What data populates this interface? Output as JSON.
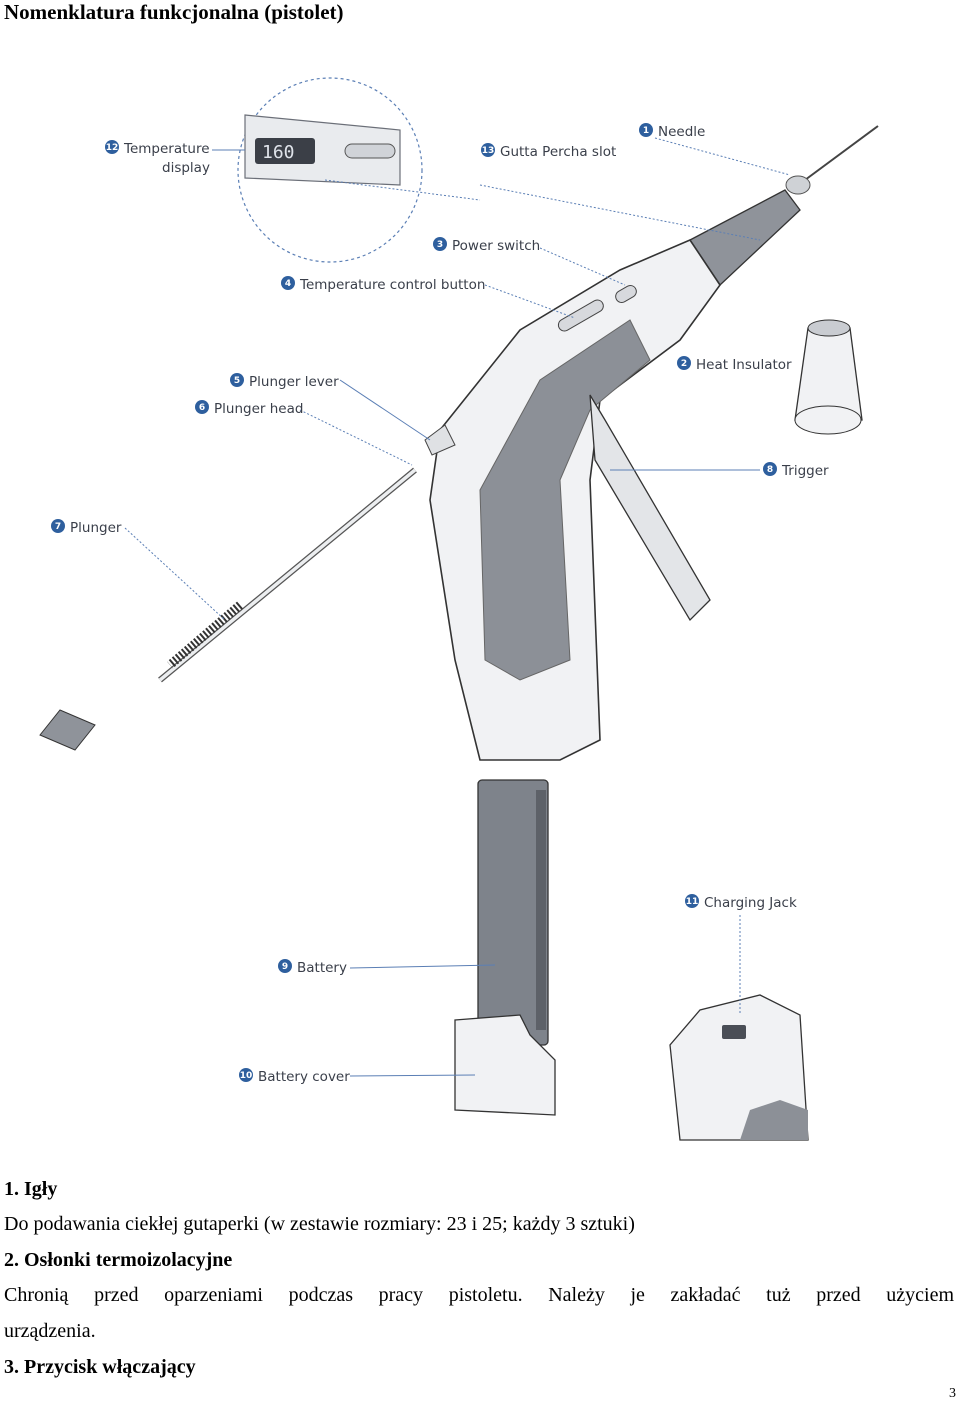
{
  "page_title": "Nomenklatura funkcjonalna (pistolet)",
  "figure": {
    "labels": [
      {
        "num": "12",
        "text": "Temperature",
        "text2": "display"
      },
      {
        "num": "13",
        "text": "Gutta Percha slot"
      },
      {
        "num": "1",
        "text": "Needle"
      },
      {
        "num": "3",
        "text": "Power switch"
      },
      {
        "num": "4",
        "text": "Temperature control button"
      },
      {
        "num": "2",
        "text": "Heat Insulator"
      },
      {
        "num": "5",
        "text": "Plunger lever"
      },
      {
        "num": "6",
        "text": "Plunger head"
      },
      {
        "num": "8",
        "text": "Trigger"
      },
      {
        "num": "7",
        "text": "Plunger"
      },
      {
        "num": "11",
        "text": "Charging Jack"
      },
      {
        "num": "9",
        "text": "Battery"
      },
      {
        "num": "10",
        "text": "Battery cover"
      }
    ],
    "display_value": "160"
  },
  "sections": [
    {
      "heading": "1. Igły",
      "body": "Do podawania ciekłej gutaperki (w zestawie rozmiary: 23 i 25; każdy 3 sztuki)"
    },
    {
      "heading": "2. Osłonki termoizolacyjne",
      "body_line1": "Chronią przed oparzeniami podczas pracy pistoletu. Należy je zakładać tuż przed użyciem",
      "body_line2": "urządzenia."
    },
    {
      "heading": "3. Przycisk włączający"
    }
  ],
  "page_number": "3"
}
